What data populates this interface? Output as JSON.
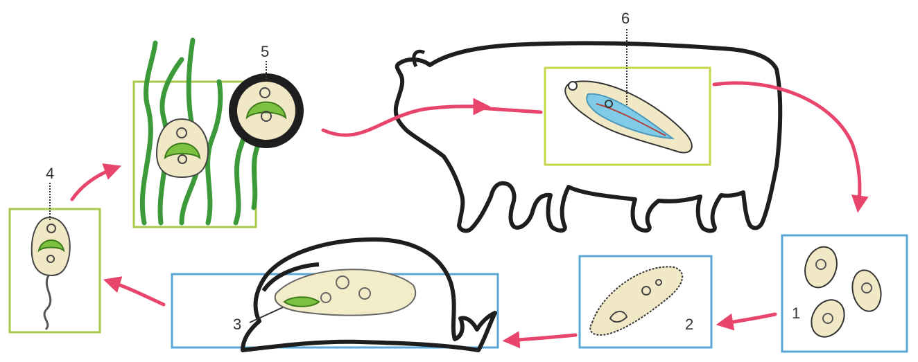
{
  "labels": {
    "l1": "1",
    "l2": "2",
    "l3": "3",
    "l4": "4",
    "l5": "5",
    "l6": "6"
  },
  "colors": {
    "arrow": "#e8456c",
    "box_blue": "#5aa7d6",
    "box_green": "#a8c94a",
    "grass": "#3d9a3a",
    "cell_fill": "#f1e8c6",
    "body_green": "#7cc240",
    "fluke_blue": "#7fcbe8",
    "outline": "#1e1e1e"
  },
  "icons": [
    "cow-icon",
    "snail-icon",
    "grass-icon",
    "egg-icon",
    "miracidium-icon",
    "cercaria-icon",
    "cyst-icon",
    "fluke-icon"
  ]
}
